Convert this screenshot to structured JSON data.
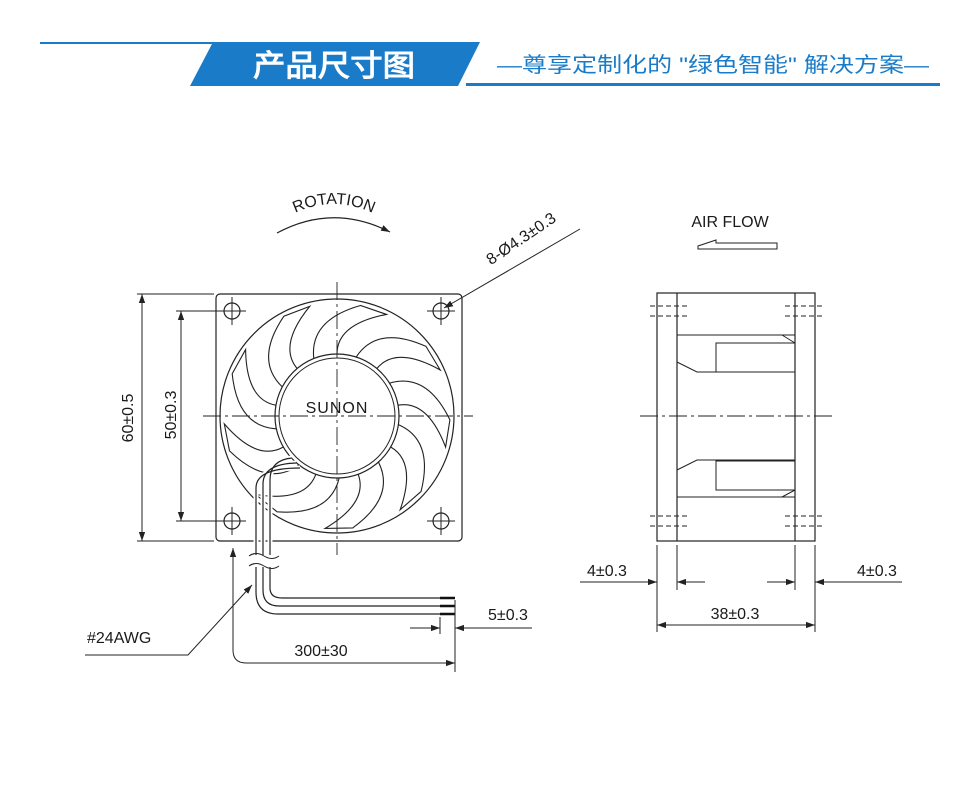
{
  "header": {
    "title": "产品尺寸图",
    "subtitle": "—尊享定制化的 \"绿色智能\" 解决方案—"
  },
  "front_view": {
    "rotation_label": "ROTATION",
    "hole_spec": "8-Ø4.3±0.3",
    "brand": "SUNON",
    "dim_outer": "60±0.5",
    "dim_hole_pitch": "50±0.3",
    "wire_gauge": "#24AWG",
    "dim_strip_length": "5±0.3",
    "dim_lead_length": "300±30"
  },
  "side_view": {
    "airflow_label": "AIR FLOW",
    "dim_flange_left": "4±0.3",
    "dim_flange_right": "4±0.3",
    "dim_depth": "38±0.3"
  },
  "icons": {
    "rotation": "rotation-arrow-icon",
    "airflow": "airflow-arrow-icon"
  },
  "colors": {
    "accent": "#1a7cc9",
    "line": "#222222"
  }
}
